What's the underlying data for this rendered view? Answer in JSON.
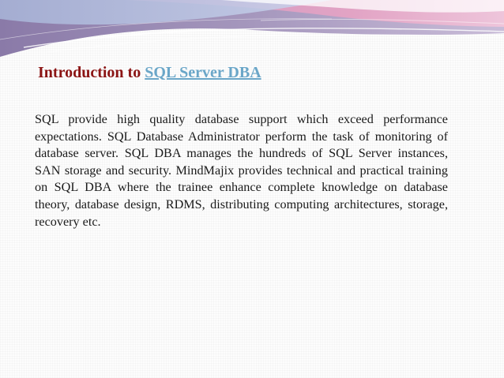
{
  "slide": {
    "title_prefix": "Introduction to ",
    "title_link": "SQL Server DBA",
    "body": "SQL provide high quality database support which exceed performance expectations. SQL Database Administrator perform the task of monitoring of database server. SQL DBA manages the hundreds of SQL Server instances, SAN storage and security. MindMajix provides technical and practical training on SQL DBA where the trainee enhance complete knowledge on database theory, database design, RDMS, distributing computing architectures, storage, recovery etc."
  },
  "colors": {
    "title_prefix": "#8b1414",
    "title_link": "#6aa6c8",
    "body_text": "#1a1a1a",
    "swoosh_purple": "#8a7aa8",
    "swoosh_pink": "#e7a3c4",
    "swoosh_blue": "#b9c7e3",
    "background": "#fdfdfd"
  }
}
